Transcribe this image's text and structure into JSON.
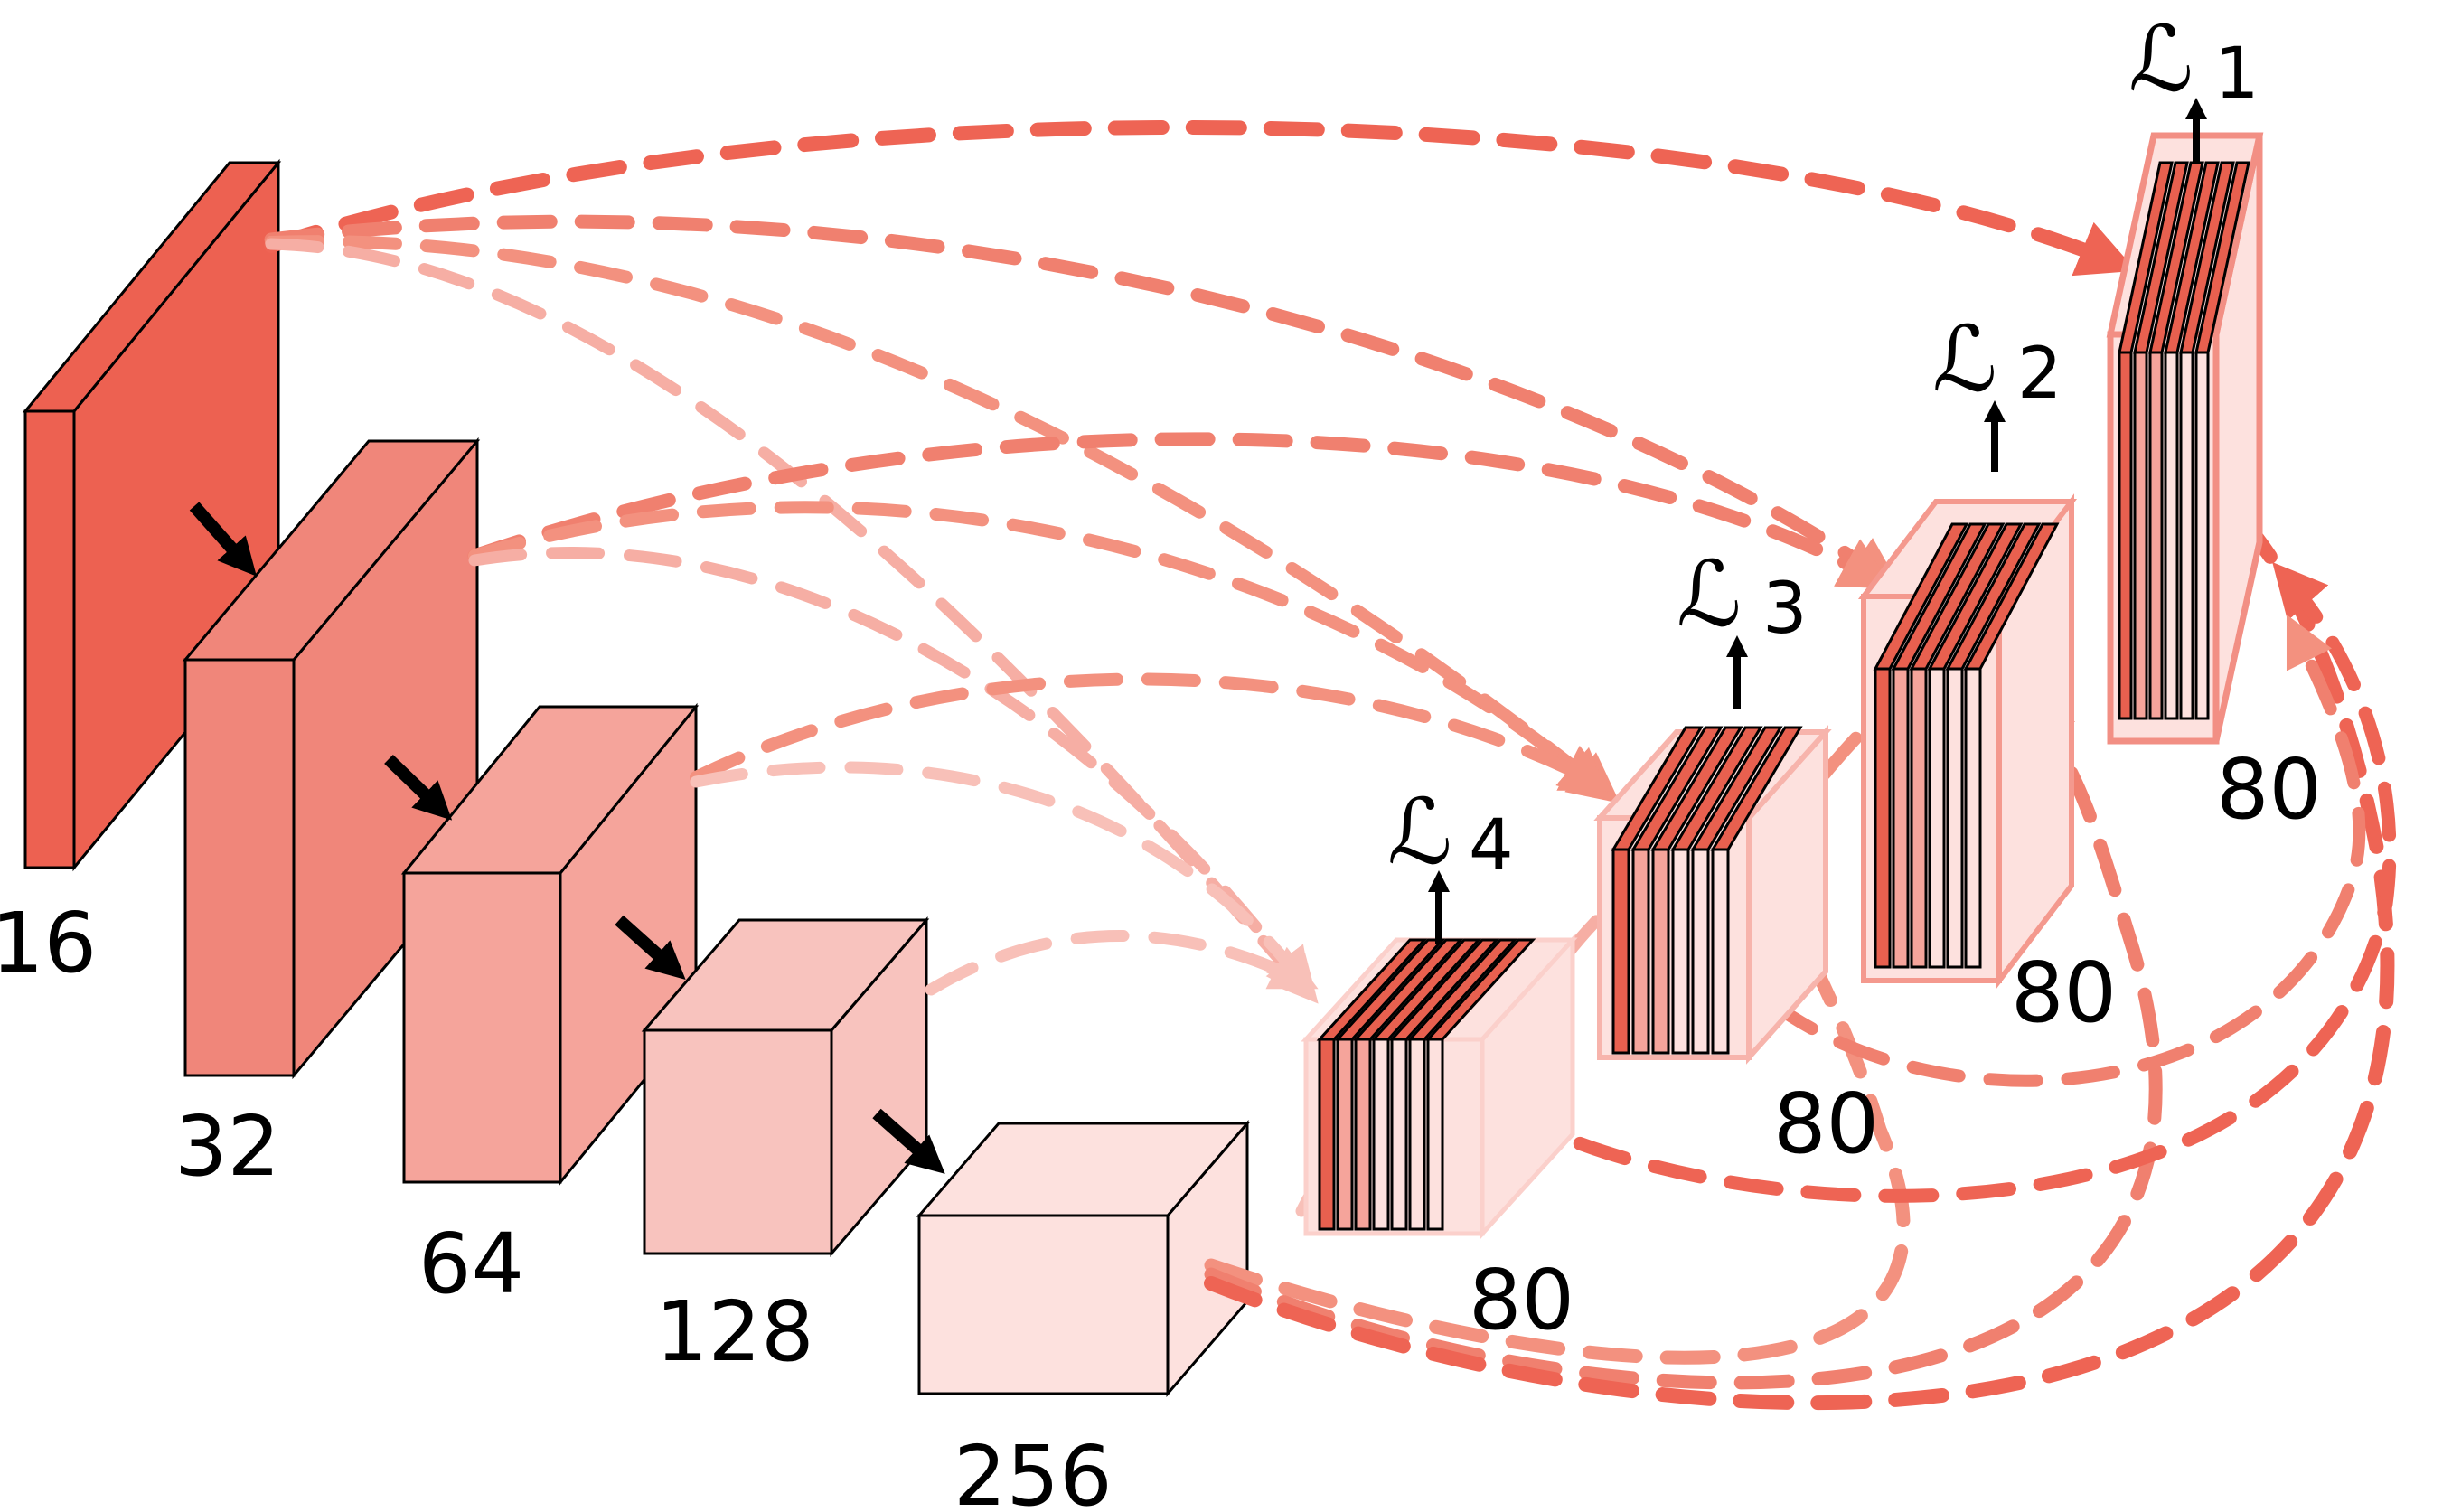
{
  "colors": {
    "enc1": "#ed6151",
    "enc2": "#f0867a",
    "enc3": "#f5a49b",
    "enc4": "#f8c3be",
    "enc5": "#fde1de",
    "slice_dark": "#e8604f",
    "outline": "#000000",
    "frame": "#f28f84",
    "frame_light": "#fbd0cb",
    "skip_dark": "#ee6454",
    "skip_mid": "#f3917f",
    "skip_light": "#f8c0b8",
    "arrow": "#000000"
  },
  "encoder": [
    {
      "channels": "16"
    },
    {
      "channels": "32"
    },
    {
      "channels": "64"
    },
    {
      "channels": "128"
    },
    {
      "channels": "256"
    }
  ],
  "decoder": [
    {
      "channels": "80",
      "loss_symbol": "ℒ",
      "loss_index": "4"
    },
    {
      "channels": "80",
      "loss_symbol": "ℒ",
      "loss_index": "3"
    },
    {
      "channels": "80",
      "loss_symbol": "ℒ",
      "loss_index": "2"
    },
    {
      "channels": "80",
      "loss_symbol": "ℒ",
      "loss_index": "1"
    }
  ],
  "icons": {
    "downsample": "arrow-down-right-icon",
    "supervision": "arrow-up-icon"
  }
}
